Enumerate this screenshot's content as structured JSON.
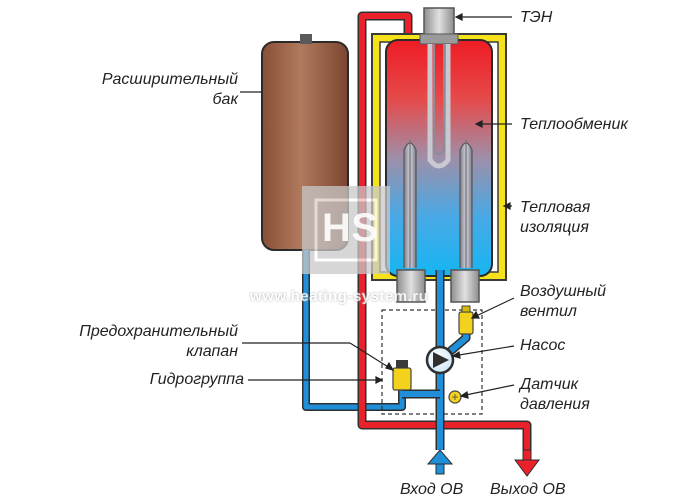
{
  "labels": {
    "ten": "ТЭН",
    "heat_exchanger": "Теплообменик",
    "insulation_1": "Тепловая",
    "insulation_2": "изоляция",
    "expansion_tank_1": "Расширительный",
    "expansion_tank_2": "бак",
    "air_valve_1": "Воздушный",
    "air_valve_2": "вентил",
    "pump": "Насос",
    "safety_valve_1": "Предохранительный",
    "safety_valve_2": "клапан",
    "hydrogroup": "Гидрогруппа",
    "pressure_sensor_1": "Датчик",
    "pressure_sensor_2": "давления",
    "inlet": "Вход ОВ",
    "outlet": "Выход ОВ"
  },
  "watermark": {
    "logo": "HS",
    "url": "www.heating-system.ru"
  },
  "colors": {
    "hot": "#e8212b",
    "cold": "#1e8fd8",
    "insulation": "#f5e21a",
    "tank": "#a86a4e",
    "valve": "#f2d21c",
    "element": "#b0b0b0"
  }
}
